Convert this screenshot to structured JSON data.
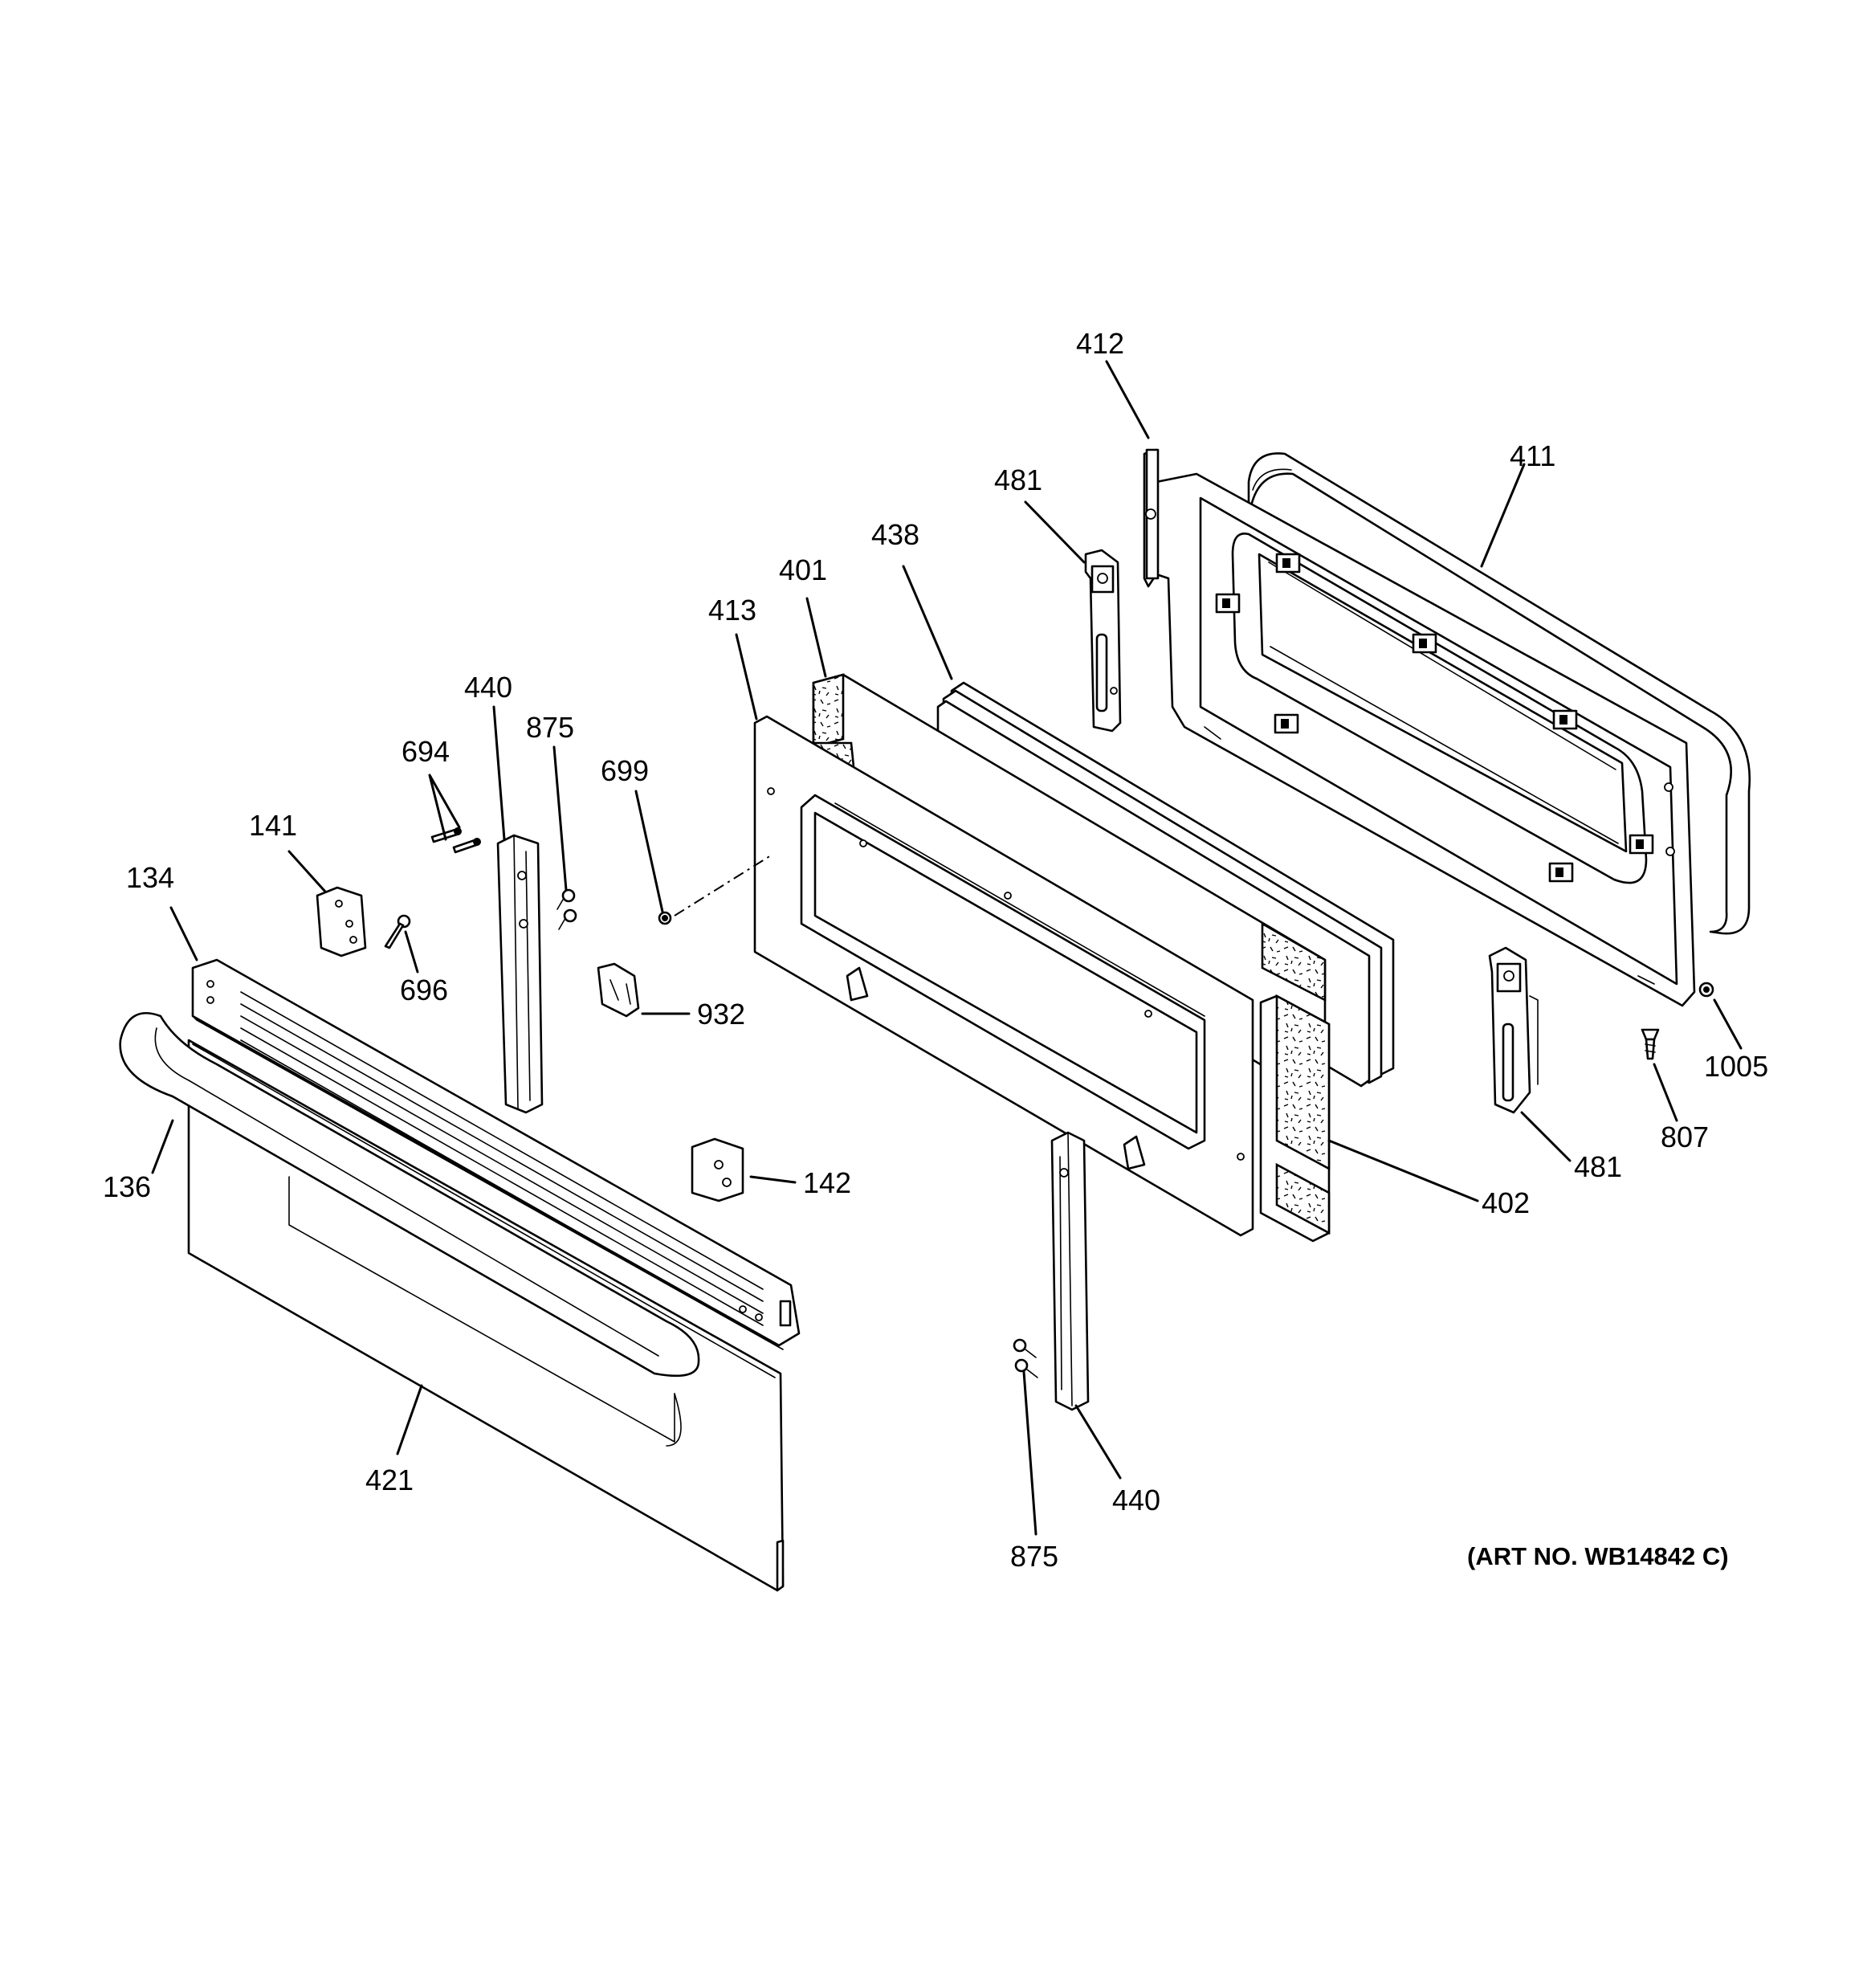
{
  "callouts": {
    "c412": "412",
    "c411": "411",
    "c481_top": "481",
    "c438": "438",
    "c401": "401",
    "c413": "413",
    "c440_top": "440",
    "c875_top": "875",
    "c694": "694",
    "c699": "699",
    "c141": "141",
    "c134": "134",
    "c696": "696",
    "c932": "932",
    "c136": "136",
    "c142": "142",
    "c402": "402",
    "c481_bottom": "481",
    "c807": "807",
    "c1005": "1005",
    "c421": "421",
    "c440_bottom": "440",
    "c875_bottom": "875"
  },
  "art_number": "(ART NO. WB14842 C)",
  "colors": {
    "line": "#000000",
    "background": "#ffffff"
  }
}
